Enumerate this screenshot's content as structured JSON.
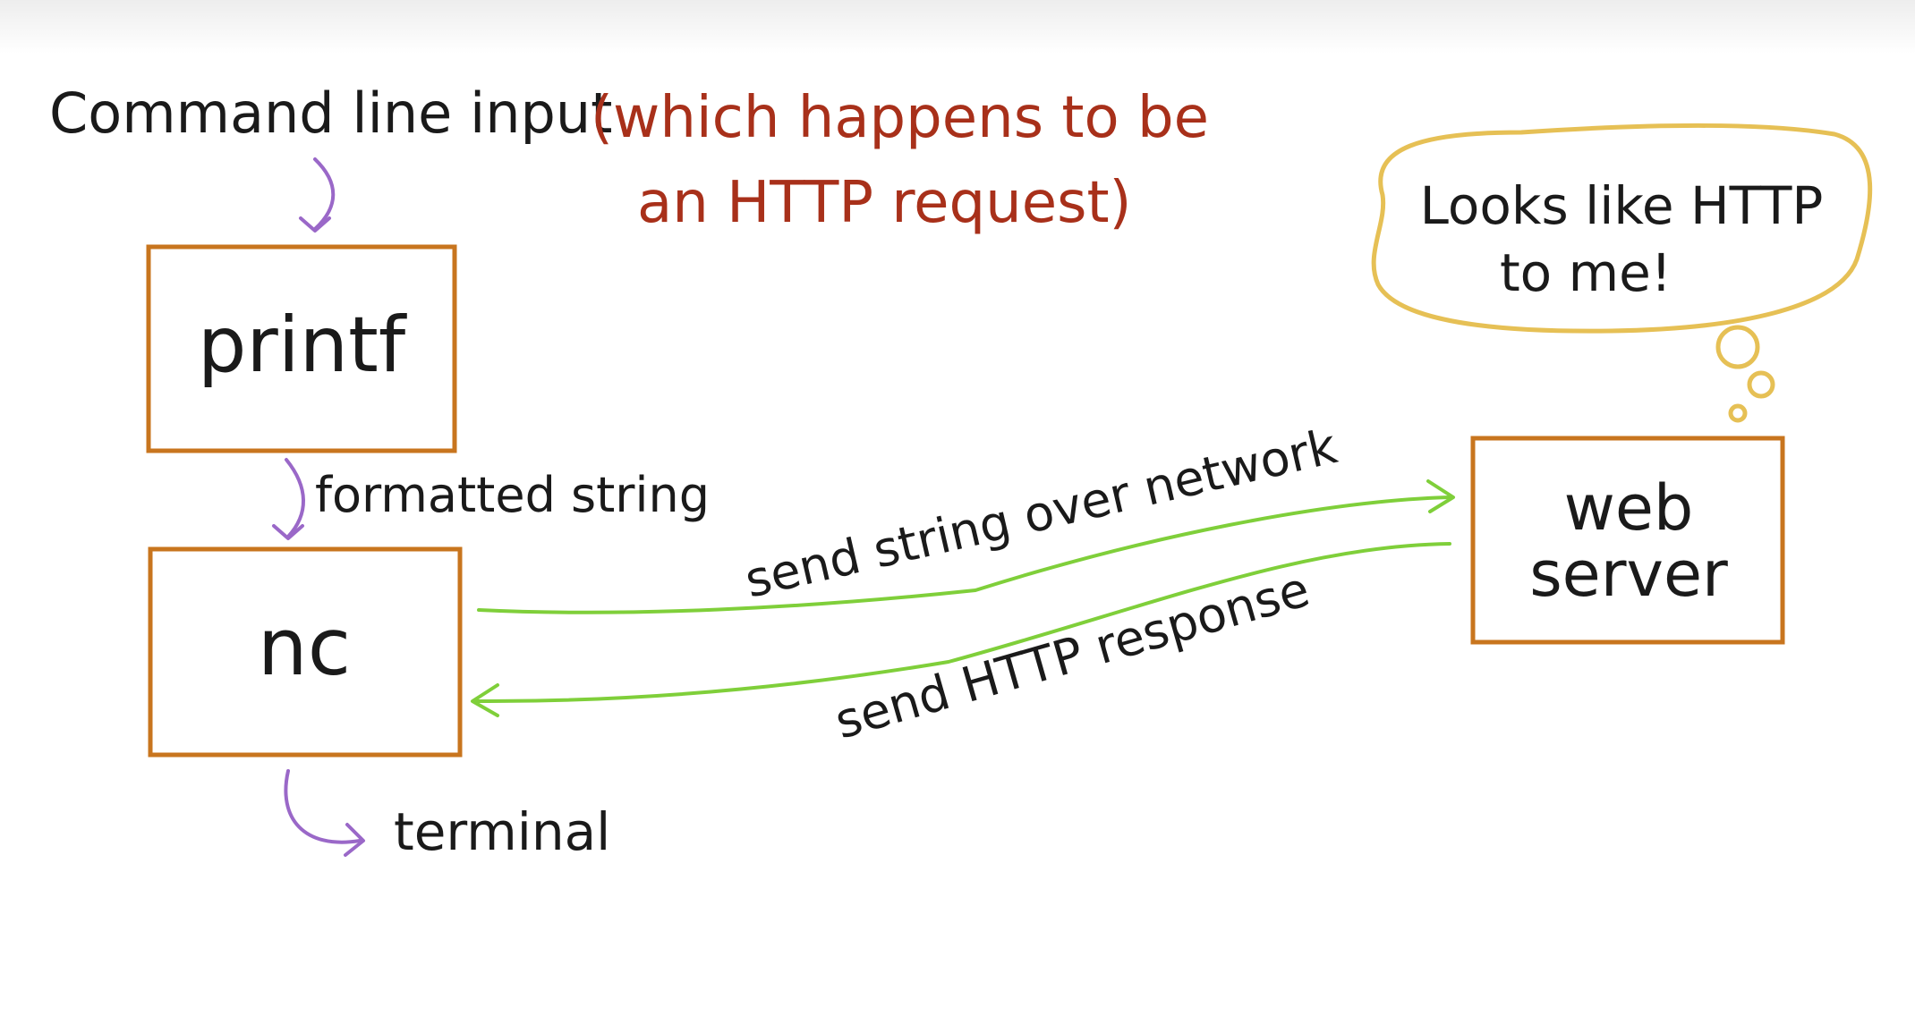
{
  "colors": {
    "ink": "#1a1a1a",
    "note": "#a8301a",
    "box": "#c8751e",
    "thought": "#e6c055",
    "flow": "#9a68c8",
    "network": "#7fcf3a"
  },
  "labels": {
    "command_line_input": "Command line input",
    "note_line1": "(which happens to be",
    "note_line2": "an HTTP request)",
    "formatted_string": "formatted string",
    "terminal": "terminal",
    "send_string": "send string over network",
    "send_response": "send HTTP response"
  },
  "boxes": {
    "printf": "printf",
    "nc": "nc",
    "server_line1": "web",
    "server_line2": "server"
  },
  "thought": {
    "line1": "Looks like HTTP",
    "line2": "to me!"
  }
}
